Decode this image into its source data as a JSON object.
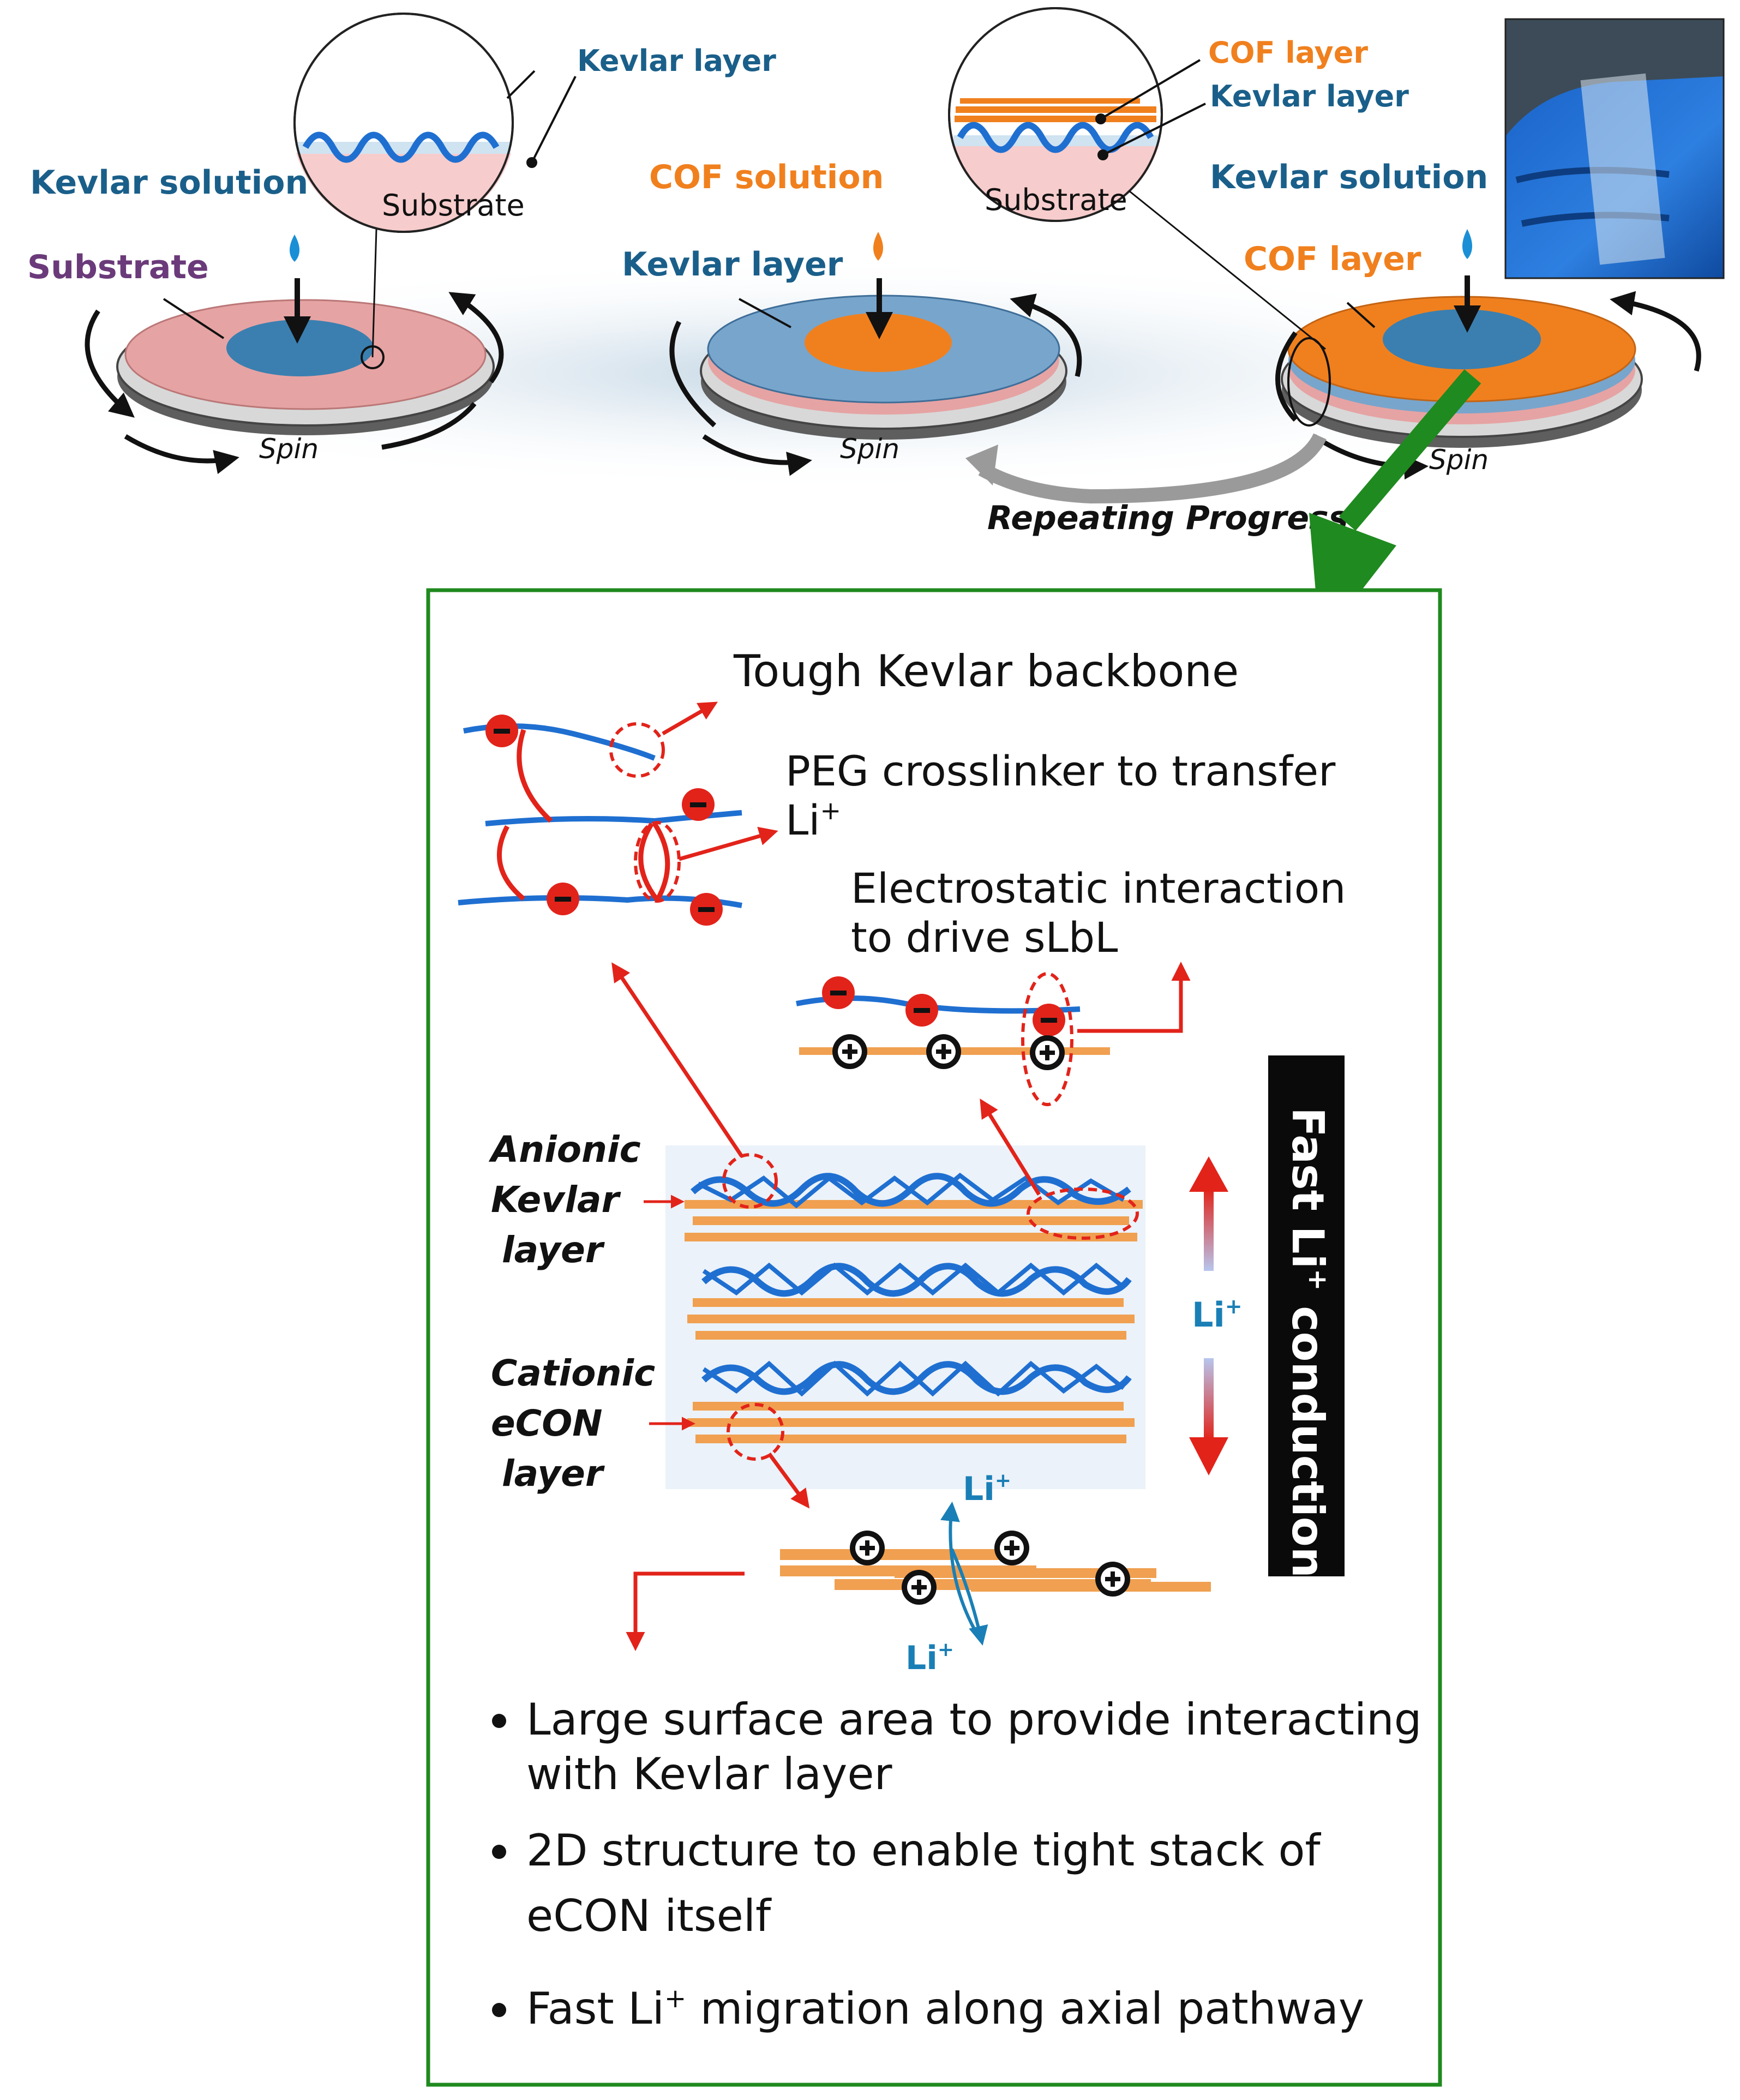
{
  "step1": {
    "kevlar_solution": "Kevlar solution",
    "substrate": "Substrate",
    "spin": "Spin",
    "inset_kevlar_layer": "Kevlar layer",
    "inset_substrate": "Substrate"
  },
  "step2": {
    "cof_solution": "COF solution",
    "kevlar_layer": "Kevlar layer",
    "spin": "Spin"
  },
  "step3": {
    "inset_cof_layer": "COF layer",
    "inset_kevlar_layer": "Kevlar layer",
    "inset_substrate": "Substrate",
    "kevlar_solution": "Kevlar solution",
    "cof_layer": "COF layer",
    "spin": "Spin"
  },
  "repeating": "Repeating Progress",
  "box": {
    "tough_backbone": "Tough Kevlar backbone",
    "peg_line1": "PEG crosslinker to transfer",
    "peg_line2": "Li",
    "plus_sup": "+",
    "electro_line1": "Electrostatic interaction",
    "electro_line2": "to drive sLbL",
    "anionic": [
      "Anionic",
      "Kevlar",
      "layer"
    ],
    "cationic": [
      "Cationic",
      "eCON",
      "layer"
    ],
    "li_mid": "Li",
    "li_top": "Li",
    "li_bottom": "Li",
    "fast_bar_a": "Fast Li",
    "fast_bar_b": " conduction",
    "bullets": [
      [
        "Large surface area to provide interacting",
        "with Kevlar layer"
      ],
      [
        "2D structure to enable tight stack of",
        "eCON itself"
      ],
      [
        "Fast Li",
        " migration along axial pathway"
      ]
    ]
  },
  "colors": {
    "kevlar_blue": "#1f6fd1",
    "label_blue": "#1a5f8a",
    "cof_orange": "#f0801e",
    "substrate_pink": "#e6a3a3",
    "substrate_label": "#6b3a7a",
    "red": "#e2231a",
    "green_frame": "#1f8a1f"
  }
}
